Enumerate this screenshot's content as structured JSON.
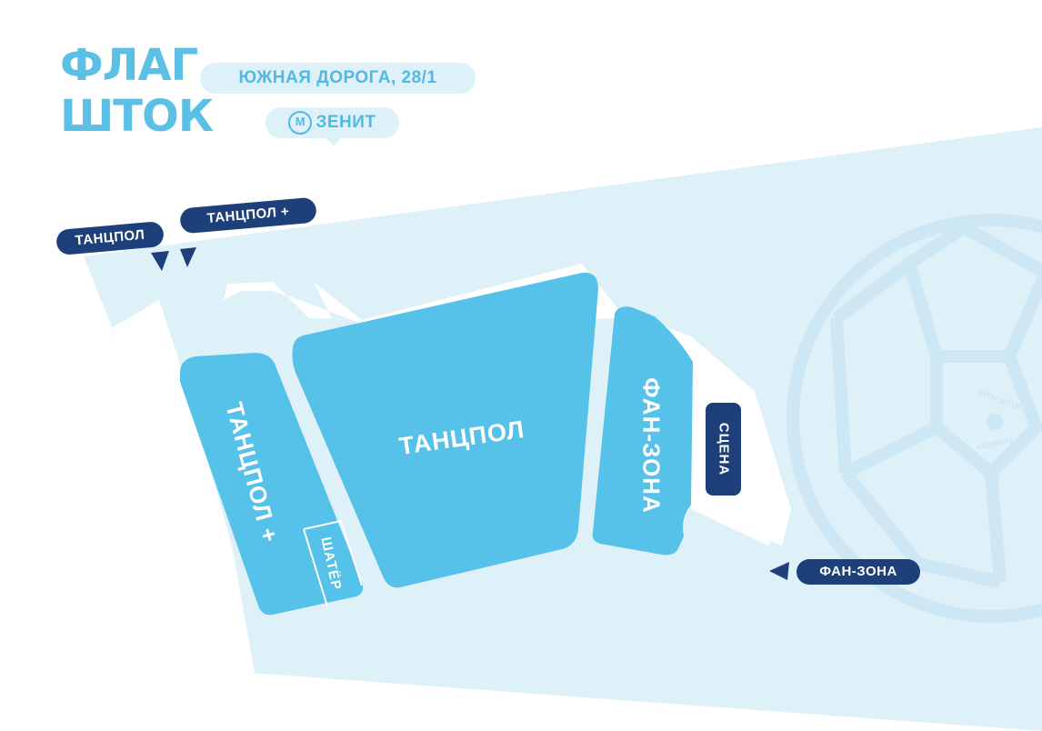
{
  "logo": {
    "line1": "ФЛАГ",
    "line2": "ШТОК"
  },
  "address": {
    "label": "ЮЖНАЯ ДОРОГА, 28/1"
  },
  "metro": {
    "icon": "metro-m-icon",
    "icon_glyph": "M",
    "station": "ЗЕНИТ"
  },
  "entrances": {
    "dancefloor": "ТАНЦПОЛ",
    "dancefloor_plus": "ТАНЦПОЛ +",
    "fan_zone": "ФАН-ЗОНА"
  },
  "zones": {
    "dancefloor": "ТАНЦПОЛ",
    "dancefloor_plus": "ТАНЦПОЛ +",
    "tent": "ШАТЁР",
    "fan_zone": "ФАН-ЗОНА",
    "stage": "СЦЕНА"
  },
  "ball": {
    "line1": "ФЛАГШТОК",
    "line2": "«ЗЕНИТ»"
  },
  "colors": {
    "ground": "#def0f8",
    "zone": "#56c1e9",
    "tag": "#1d3f7a",
    "accent": "#52b9e3",
    "ball": "#cde7f5"
  }
}
